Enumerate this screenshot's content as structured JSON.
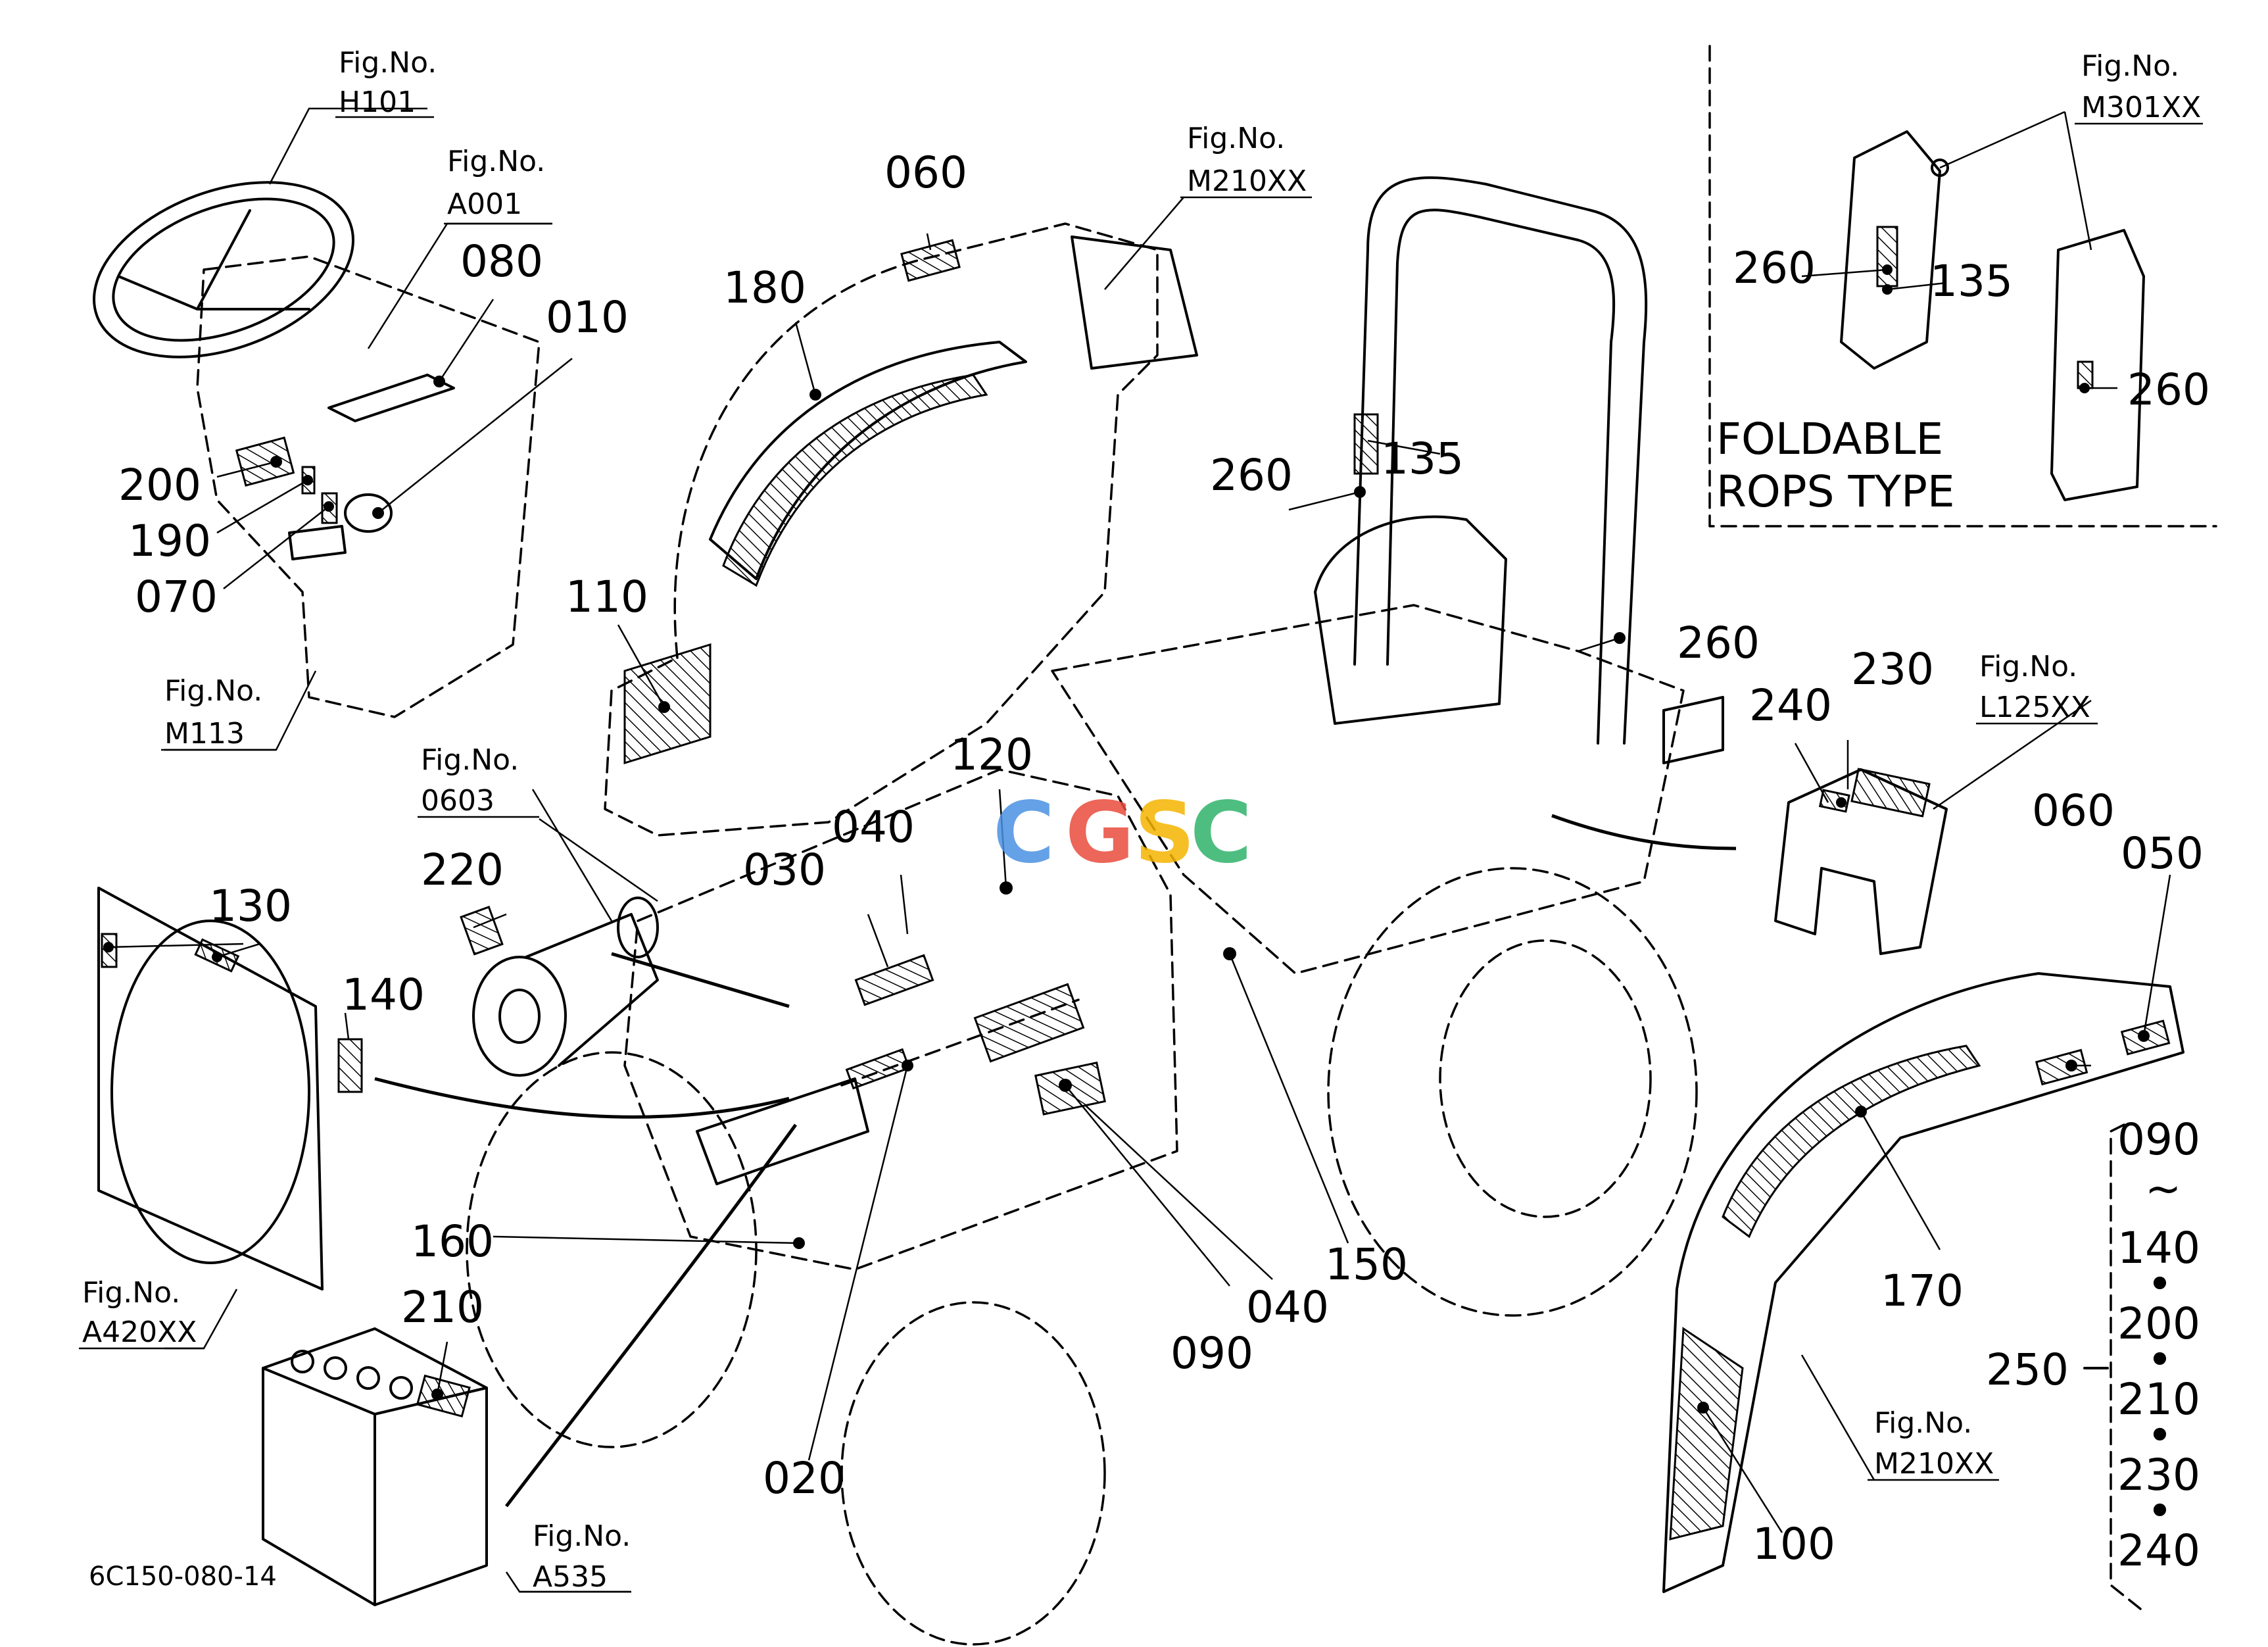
{
  "drawing_code": "6C150-080-14",
  "foldable_label": {
    "line1": "FOLDABLE",
    "line2": "ROPS  TYPE"
  },
  "watermark": {
    "text": "CGSC",
    "colors": [
      "#4a90e2",
      "#e94b3c",
      "#f5b400",
      "#2fb36a"
    ]
  },
  "fig_refs": [
    {
      "label": "Fig.No.",
      "number": "H101"
    },
    {
      "label": "Fig.No.",
      "number": "A001"
    },
    {
      "label": "Fig.No.",
      "number": "M210XX"
    },
    {
      "label": "Fig.No.",
      "number": "M301XX"
    },
    {
      "label": "Fig.No.",
      "number": "M113"
    },
    {
      "label": "Fig.No.",
      "number": "0603"
    },
    {
      "label": "Fig.No.",
      "number": "L125XX"
    },
    {
      "label": "Fig.No.",
      "number": "A420XX"
    },
    {
      "label": "Fig.No.",
      "number": "M210XX"
    },
    {
      "label": "Fig.No.",
      "number": "A535"
    }
  ],
  "part_numbers": [
    "060",
    "180",
    "080",
    "010",
    "200",
    "190",
    "070",
    "110",
    "260",
    "135",
    "260",
    "135",
    "260",
    "260",
    "230",
    "240",
    "120",
    "040",
    "030",
    "220",
    "130",
    "140",
    "060",
    "050",
    "160",
    "210",
    "020",
    "090",
    "040",
    "150",
    "170",
    "100"
  ],
  "callout_250": {
    "label": "250",
    "items": [
      "090",
      "~",
      "140",
      "•",
      "200",
      "•",
      "210",
      "•",
      "230",
      "•",
      "240"
    ]
  }
}
